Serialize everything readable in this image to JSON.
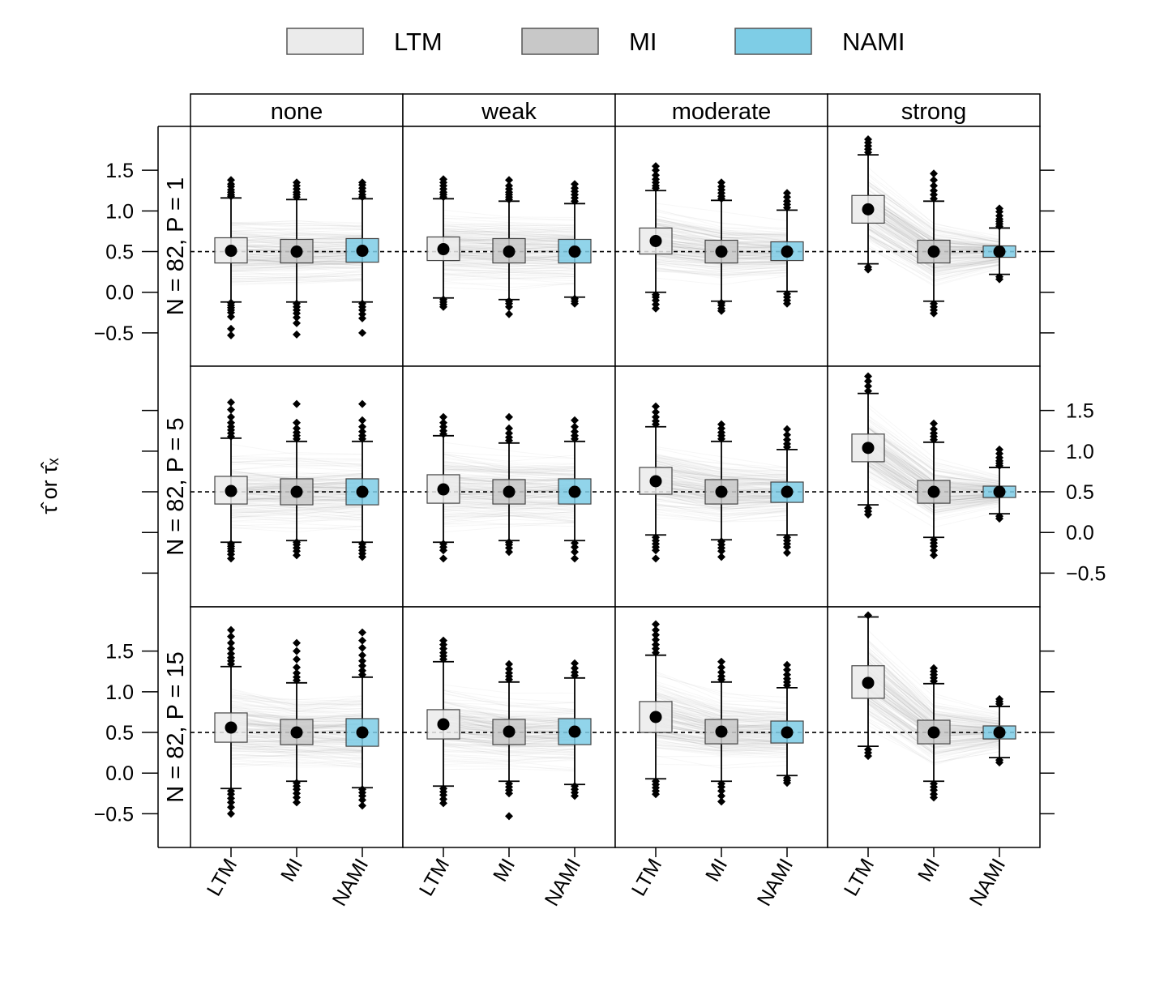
{
  "chart_data": {
    "type": "box",
    "legend": {
      "placement": "top",
      "items": [
        {
          "label": "LTM",
          "color": "#ebebeb"
        },
        {
          "label": "MI",
          "color": "#c8c8c8"
        },
        {
          "label": "NAMI",
          "color": "#7ecde6"
        }
      ]
    },
    "ylabel": "τ̂ or τ̂ₓ",
    "columns": [
      "none",
      "weak",
      "moderate",
      "strong"
    ],
    "rows": [
      "N = 82, P = 1",
      "N = 82, P = 5",
      "N = 82, P = 15"
    ],
    "categories": [
      "LTM",
      "MI",
      "NAMI"
    ],
    "ylim": [
      -0.8,
      2.0
    ],
    "yticks": [
      -0.5,
      0.0,
      0.5,
      1.0,
      1.5
    ],
    "ytick_labels": [
      "−0.5",
      "0.0",
      "0.5",
      "1.0",
      "1.5"
    ],
    "reference_line": 0.5,
    "panels": [
      {
        "row": 0,
        "col": 0,
        "boxes": [
          {
            "q1": 0.36,
            "median": 0.51,
            "q3": 0.67,
            "mean": 0.51,
            "whisker_low": -0.12,
            "whisker_high": 1.16,
            "outliers_low": [
              -0.13,
              -0.16,
              -0.19,
              -0.22,
              -0.25,
              -0.3,
              -0.45,
              -0.53
            ],
            "outliers_high": [
              1.18,
              1.2,
              1.23,
              1.26,
              1.3,
              1.33,
              1.38
            ]
          },
          {
            "q1": 0.36,
            "median": 0.5,
            "q3": 0.65,
            "mean": 0.5,
            "whisker_low": -0.12,
            "whisker_high": 1.14,
            "outliers_low": [
              -0.14,
              -0.18,
              -0.22,
              -0.26,
              -0.31,
              -0.38,
              -0.52
            ],
            "outliers_high": [
              1.17,
              1.2,
              1.23,
              1.27,
              1.31,
              1.35
            ]
          },
          {
            "q1": 0.37,
            "median": 0.51,
            "q3": 0.66,
            "mean": 0.51,
            "whisker_low": -0.12,
            "whisker_high": 1.15,
            "outliers_low": [
              -0.14,
              -0.18,
              -0.22,
              -0.27,
              -0.32,
              -0.5
            ],
            "outliers_high": [
              1.17,
              1.2,
              1.24,
              1.28,
              1.32,
              1.35
            ]
          }
        ]
      },
      {
        "row": 0,
        "col": 1,
        "boxes": [
          {
            "q1": 0.39,
            "median": 0.53,
            "q3": 0.68,
            "mean": 0.53,
            "whisker_low": -0.07,
            "whisker_high": 1.15,
            "outliers_low": [
              -0.09,
              -0.12,
              -0.15,
              -0.18
            ],
            "outliers_high": [
              1.17,
              1.2,
              1.23,
              1.27,
              1.31,
              1.35,
              1.39
            ]
          },
          {
            "q1": 0.36,
            "median": 0.5,
            "q3": 0.66,
            "mean": 0.5,
            "whisker_low": -0.09,
            "whisker_high": 1.12,
            "outliers_low": [
              -0.11,
              -0.14,
              -0.18,
              -0.27
            ],
            "outliers_high": [
              1.14,
              1.17,
              1.2,
              1.23,
              1.27,
              1.31,
              1.38
            ]
          },
          {
            "q1": 0.36,
            "median": 0.5,
            "q3": 0.65,
            "mean": 0.5,
            "whisker_low": -0.06,
            "whisker_high": 1.09,
            "outliers_low": [
              -0.08,
              -0.11,
              -0.14
            ],
            "outliers_high": [
              1.12,
              1.16,
              1.2,
              1.24,
              1.28,
              1.33
            ]
          }
        ]
      },
      {
        "row": 0,
        "col": 2,
        "boxes": [
          {
            "q1": 0.47,
            "median": 0.62,
            "q3": 0.79,
            "mean": 0.63,
            "whisker_low": 0.0,
            "whisker_high": 1.25,
            "outliers_low": [
              -0.03,
              -0.06,
              -0.1,
              -0.15,
              -0.2
            ],
            "outliers_high": [
              1.28,
              1.31,
              1.35,
              1.39,
              1.44,
              1.5,
              1.55
            ]
          },
          {
            "q1": 0.36,
            "median": 0.5,
            "q3": 0.64,
            "mean": 0.5,
            "whisker_low": -0.11,
            "whisker_high": 1.13,
            "outliers_low": [
              -0.13,
              -0.16,
              -0.2,
              -0.23
            ],
            "outliers_high": [
              1.15,
              1.18,
              1.22,
              1.26,
              1.3,
              1.35
            ]
          },
          {
            "q1": 0.39,
            "median": 0.5,
            "q3": 0.62,
            "mean": 0.5,
            "whisker_low": 0.01,
            "whisker_high": 1.01,
            "outliers_low": [
              -0.02,
              -0.06,
              -0.1,
              -0.14
            ],
            "outliers_high": [
              1.04,
              1.08,
              1.12,
              1.17,
              1.22
            ]
          }
        ]
      },
      {
        "row": 0,
        "col": 3,
        "boxes": [
          {
            "q1": 0.85,
            "median": 1.02,
            "q3": 1.19,
            "mean": 1.02,
            "whisker_low": 0.35,
            "whisker_high": 1.69,
            "outliers_low": [
              0.31,
              0.28
            ],
            "outliers_high": [
              1.72,
              1.76,
              1.8,
              1.84,
              1.88
            ]
          },
          {
            "q1": 0.36,
            "median": 0.5,
            "q3": 0.64,
            "mean": 0.5,
            "whisker_low": -0.11,
            "whisker_high": 1.12,
            "outliers_low": [
              -0.14,
              -0.18,
              -0.22,
              -0.26
            ],
            "outliers_high": [
              1.15,
              1.2,
              1.25,
              1.31,
              1.38,
              1.46
            ]
          },
          {
            "q1": 0.43,
            "median": 0.5,
            "q3": 0.57,
            "mean": 0.5,
            "whisker_low": 0.22,
            "whisker_high": 0.79,
            "outliers_low": [
              0.19,
              0.16
            ],
            "outliers_high": [
              0.81,
              0.84,
              0.87,
              0.9,
              0.94,
              0.99,
              1.03
            ]
          }
        ]
      },
      {
        "row": 1,
        "col": 0,
        "boxes": [
          {
            "q1": 0.35,
            "median": 0.51,
            "q3": 0.69,
            "mean": 0.51,
            "whisker_low": -0.12,
            "whisker_high": 1.16,
            "outliers_low": [
              -0.14,
              -0.17,
              -0.2,
              -0.23,
              -0.27,
              -0.32
            ],
            "outliers_high": [
              1.18,
              1.22,
              1.26,
              1.3,
              1.35,
              1.42,
              1.51,
              1.6
            ]
          },
          {
            "q1": 0.34,
            "median": 0.5,
            "q3": 0.66,
            "mean": 0.5,
            "whisker_low": -0.1,
            "whisker_high": 1.12,
            "outliers_low": [
              -0.12,
              -0.15,
              -0.19,
              -0.23,
              -0.28
            ],
            "outliers_high": [
              1.15,
              1.19,
              1.23,
              1.28,
              1.35,
              1.58
            ]
          },
          {
            "q1": 0.34,
            "median": 0.5,
            "q3": 0.66,
            "mean": 0.5,
            "whisker_low": -0.12,
            "whisker_high": 1.12,
            "outliers_low": [
              -0.14,
              -0.18,
              -0.22,
              -0.26,
              -0.3
            ],
            "outliers_high": [
              1.15,
              1.19,
              1.24,
              1.3,
              1.38,
              1.58
            ]
          }
        ]
      },
      {
        "row": 1,
        "col": 1,
        "boxes": [
          {
            "q1": 0.36,
            "median": 0.53,
            "q3": 0.71,
            "mean": 0.53,
            "whisker_low": -0.12,
            "whisker_high": 1.19,
            "outliers_low": [
              -0.14,
              -0.18,
              -0.22,
              -0.32
            ],
            "outliers_high": [
              1.21,
              1.25,
              1.3,
              1.35,
              1.42
            ]
          },
          {
            "q1": 0.35,
            "median": 0.5,
            "q3": 0.65,
            "mean": 0.5,
            "whisker_low": -0.1,
            "whisker_high": 1.1,
            "outliers_low": [
              -0.12,
              -0.15,
              -0.19,
              -0.24
            ],
            "outliers_high": [
              1.13,
              1.17,
              1.22,
              1.28,
              1.42
            ]
          },
          {
            "q1": 0.35,
            "median": 0.5,
            "q3": 0.66,
            "mean": 0.5,
            "whisker_low": -0.1,
            "whisker_high": 1.12,
            "outliers_low": [
              -0.13,
              -0.18,
              -0.24,
              -0.32
            ],
            "outliers_high": [
              1.15,
              1.19,
              1.24,
              1.3,
              1.38
            ]
          }
        ]
      },
      {
        "row": 1,
        "col": 2,
        "boxes": [
          {
            "q1": 0.47,
            "median": 0.63,
            "q3": 0.8,
            "mean": 0.63,
            "whisker_low": -0.03,
            "whisker_high": 1.3,
            "outliers_low": [
              -0.06,
              -0.1,
              -0.14,
              -0.18,
              -0.22,
              -0.32
            ],
            "outliers_high": [
              1.33,
              1.37,
              1.42,
              1.48,
              1.55
            ]
          },
          {
            "q1": 0.35,
            "median": 0.5,
            "q3": 0.65,
            "mean": 0.5,
            "whisker_low": -0.09,
            "whisker_high": 1.12,
            "outliers_low": [
              -0.11,
              -0.15,
              -0.19,
              -0.23,
              -0.3
            ],
            "outliers_high": [
              1.15,
              1.19,
              1.23,
              1.28,
              1.33
            ]
          },
          {
            "q1": 0.37,
            "median": 0.5,
            "q3": 0.62,
            "mean": 0.5,
            "whisker_low": -0.03,
            "whisker_high": 1.02,
            "outliers_low": [
              -0.06,
              -0.1,
              -0.14,
              -0.18,
              -0.25
            ],
            "outliers_high": [
              1.05,
              1.09,
              1.14,
              1.2,
              1.27
            ]
          }
        ]
      },
      {
        "row": 1,
        "col": 3,
        "boxes": [
          {
            "q1": 0.87,
            "median": 1.04,
            "q3": 1.21,
            "mean": 1.04,
            "whisker_low": 0.34,
            "whisker_high": 1.71,
            "outliers_low": [
              0.3,
              0.26,
              0.22
            ],
            "outliers_high": [
              1.74,
              1.8,
              1.86,
              1.92
            ]
          },
          {
            "q1": 0.36,
            "median": 0.5,
            "q3": 0.64,
            "mean": 0.5,
            "whisker_low": -0.06,
            "whisker_high": 1.11,
            "outliers_low": [
              -0.09,
              -0.13,
              -0.17,
              -0.22,
              -0.28
            ],
            "outliers_high": [
              1.14,
              1.18,
              1.22,
              1.27,
              1.34
            ]
          },
          {
            "q1": 0.43,
            "median": 0.5,
            "q3": 0.57,
            "mean": 0.5,
            "whisker_low": 0.23,
            "whisker_high": 0.8,
            "outliers_low": [
              0.2,
              0.17
            ],
            "outliers_high": [
              0.82,
              0.85,
              0.88,
              0.92,
              0.97,
              1.02
            ]
          }
        ]
      },
      {
        "row": 2,
        "col": 0,
        "boxes": [
          {
            "q1": 0.38,
            "median": 0.56,
            "q3": 0.74,
            "mean": 0.56,
            "whisker_low": -0.19,
            "whisker_high": 1.31,
            "outliers_low": [
              -0.22,
              -0.26,
              -0.31,
              -0.36,
              -0.42,
              -0.5
            ],
            "outliers_high": [
              1.34,
              1.38,
              1.42,
              1.47,
              1.53,
              1.6,
              1.68,
              1.76
            ]
          },
          {
            "q1": 0.35,
            "median": 0.5,
            "q3": 0.66,
            "mean": 0.5,
            "whisker_low": -0.1,
            "whisker_high": 1.11,
            "outliers_low": [
              -0.12,
              -0.16,
              -0.2,
              -0.25,
              -0.3,
              -0.36
            ],
            "outliers_high": [
              1.14,
              1.18,
              1.23,
              1.3,
              1.4,
              1.5,
              1.6
            ]
          },
          {
            "q1": 0.33,
            "median": 0.5,
            "q3": 0.67,
            "mean": 0.5,
            "whisker_low": -0.18,
            "whisker_high": 1.18,
            "outliers_low": [
              -0.2,
              -0.24,
              -0.28,
              -0.33,
              -0.4
            ],
            "outliers_high": [
              1.21,
              1.26,
              1.32,
              1.38,
              1.45,
              1.54,
              1.63,
              1.73
            ]
          }
        ]
      },
      {
        "row": 2,
        "col": 1,
        "boxes": [
          {
            "q1": 0.42,
            "median": 0.6,
            "q3": 0.78,
            "mean": 0.6,
            "whisker_low": -0.16,
            "whisker_high": 1.37,
            "outliers_low": [
              -0.19,
              -0.23,
              -0.27,
              -0.32,
              -0.37
            ],
            "outliers_high": [
              1.4,
              1.44,
              1.48,
              1.53,
              1.58,
              1.63
            ]
          },
          {
            "q1": 0.35,
            "median": 0.51,
            "q3": 0.66,
            "mean": 0.51,
            "whisker_low": -0.1,
            "whisker_high": 1.12,
            "outliers_low": [
              -0.13,
              -0.17,
              -0.21,
              -0.25,
              -0.53
            ],
            "outliers_high": [
              1.15,
              1.19,
              1.23,
              1.28,
              1.34
            ]
          },
          {
            "q1": 0.35,
            "median": 0.51,
            "q3": 0.67,
            "mean": 0.51,
            "whisker_low": -0.14,
            "whisker_high": 1.17,
            "outliers_low": [
              -0.16,
              -0.2,
              -0.24,
              -0.28
            ],
            "outliers_high": [
              1.2,
              1.24,
              1.29,
              1.35
            ]
          }
        ]
      },
      {
        "row": 2,
        "col": 2,
        "boxes": [
          {
            "q1": 0.5,
            "median": 0.69,
            "q3": 0.88,
            "mean": 0.69,
            "whisker_low": -0.07,
            "whisker_high": 1.45,
            "outliers_low": [
              -0.1,
              -0.14,
              -0.18,
              -0.22,
              -0.26
            ],
            "outliers_high": [
              1.48,
              1.53,
              1.58,
              1.64,
              1.7,
              1.76,
              1.83
            ]
          },
          {
            "q1": 0.36,
            "median": 0.51,
            "q3": 0.66,
            "mean": 0.51,
            "whisker_low": -0.1,
            "whisker_high": 1.12,
            "outliers_low": [
              -0.13,
              -0.17,
              -0.22,
              -0.28,
              -0.35
            ],
            "outliers_high": [
              1.15,
              1.19,
              1.24,
              1.3,
              1.37
            ]
          },
          {
            "q1": 0.37,
            "median": 0.5,
            "q3": 0.64,
            "mean": 0.5,
            "whisker_low": -0.03,
            "whisker_high": 1.05,
            "outliers_low": [
              -0.06,
              -0.09,
              -0.12
            ],
            "outliers_high": [
              1.08,
              1.12,
              1.16,
              1.21,
              1.27,
              1.33
            ]
          }
        ]
      },
      {
        "row": 2,
        "col": 3,
        "boxes": [
          {
            "q1": 0.92,
            "median": 1.11,
            "q3": 1.32,
            "mean": 1.11,
            "whisker_low": 0.33,
            "whisker_high": 1.92,
            "outliers_low": [
              0.29,
              0.25,
              0.21
            ],
            "outliers_high": [
              1.94
            ]
          },
          {
            "q1": 0.36,
            "median": 0.5,
            "q3": 0.65,
            "mean": 0.5,
            "whisker_low": -0.1,
            "whisker_high": 1.1,
            "outliers_low": [
              -0.13,
              -0.17,
              -0.21,
              -0.26,
              -0.3
            ],
            "outliers_high": [
              1.13,
              1.17,
              1.21,
              1.25,
              1.29
            ]
          },
          {
            "q1": 0.42,
            "median": 0.5,
            "q3": 0.58,
            "mean": 0.5,
            "whisker_low": 0.19,
            "whisker_high": 0.82,
            "outliers_low": [
              0.16,
              0.13
            ],
            "outliers_high": [
              0.85,
              0.88,
              0.91
            ]
          }
        ]
      }
    ]
  }
}
